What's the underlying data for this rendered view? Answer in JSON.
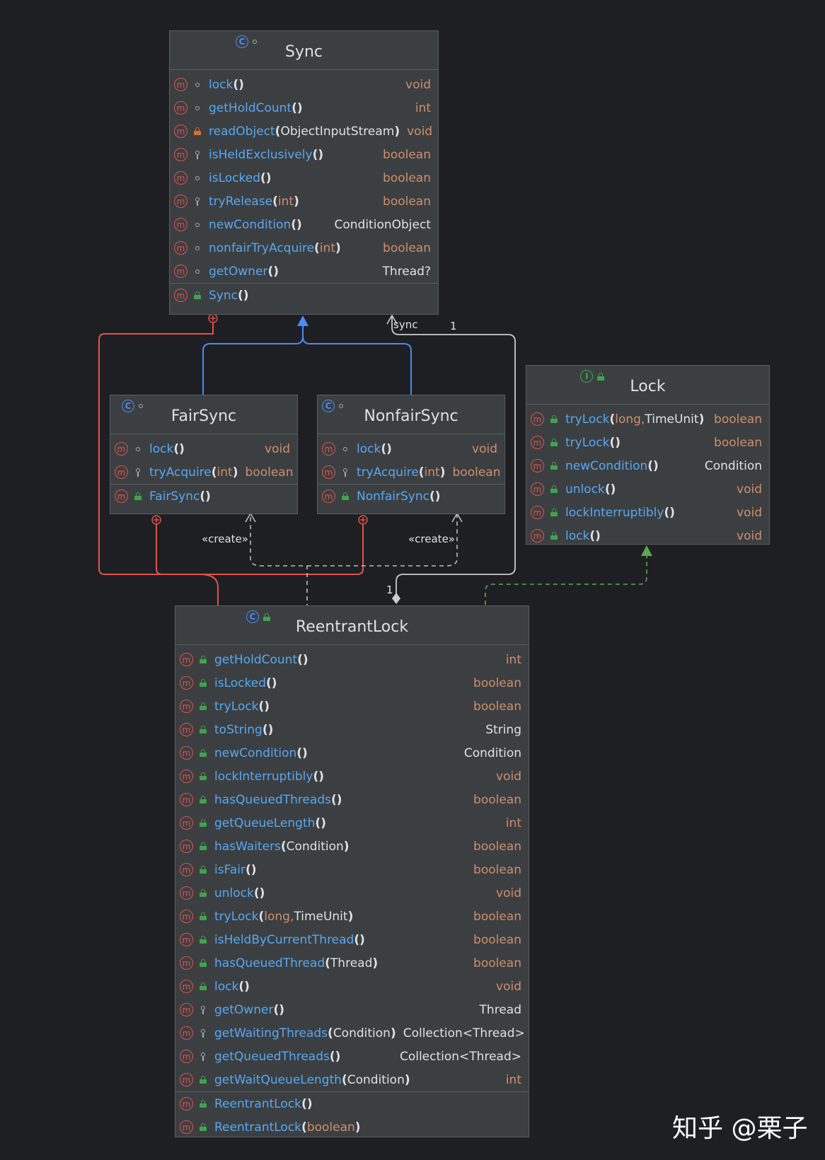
{
  "classes": {
    "sync": {
      "title": "Sync",
      "methods": [
        {
          "vis": "pkg",
          "name": "lock",
          "params": "",
          "ret": "void",
          "retType": "kw"
        },
        {
          "vis": "pkg",
          "name": "getHoldCount",
          "params": "",
          "ret": "int",
          "retType": "kw"
        },
        {
          "vis": "priv",
          "name": "readObject",
          "params": "ObjectInputStream",
          "paramsType": "cls",
          "ret": "void",
          "retType": "kw"
        },
        {
          "vis": "prot",
          "name": "isHeldExclusively",
          "params": "",
          "ret": "boolean",
          "retType": "kw"
        },
        {
          "vis": "pkg",
          "name": "isLocked",
          "params": "",
          "ret": "boolean",
          "retType": "kw"
        },
        {
          "vis": "prot",
          "name": "tryRelease",
          "params": "int",
          "paramsType": "kw",
          "ret": "boolean",
          "retType": "kw"
        },
        {
          "vis": "pkg",
          "name": "newCondition",
          "params": "",
          "ret": "ConditionObject",
          "retType": "cls"
        },
        {
          "vis": "pkg",
          "name": "nonfairTryAcquire",
          "params": "int",
          "paramsType": "kw",
          "ret": "boolean",
          "retType": "kw"
        },
        {
          "vis": "pkg",
          "name": "getOwner",
          "params": "",
          "ret": "Thread?",
          "retType": "cls"
        }
      ],
      "constructors": [
        {
          "vis": "pub",
          "name": "Sync",
          "params": "",
          "ret": "",
          "retType": "cls"
        }
      ]
    },
    "fairSync": {
      "title": "FairSync",
      "methods": [
        {
          "vis": "pkg",
          "name": "lock",
          "params": "",
          "ret": "void",
          "retType": "kw"
        },
        {
          "vis": "prot",
          "name": "tryAcquire",
          "params": "int",
          "paramsType": "kw",
          "ret": "boolean",
          "retType": "kw"
        }
      ],
      "constructors": [
        {
          "vis": "pub",
          "name": "FairSync",
          "params": "",
          "ret": "",
          "retType": "cls"
        }
      ]
    },
    "nonfairSync": {
      "title": "NonfairSync",
      "methods": [
        {
          "vis": "pkg",
          "name": "lock",
          "params": "",
          "ret": "void",
          "retType": "kw"
        },
        {
          "vis": "prot",
          "name": "tryAcquire",
          "params": "int",
          "paramsType": "kw",
          "ret": "boolean",
          "retType": "kw"
        }
      ],
      "constructors": [
        {
          "vis": "pub",
          "name": "NonfairSync",
          "params": "",
          "ret": "",
          "retType": "cls"
        }
      ]
    },
    "lock": {
      "title": "Lock",
      "methods": [
        {
          "vis": "pub",
          "name": "tryLock",
          "params": "long, TimeUnit",
          "paramsType": "mixed",
          "ret": "boolean",
          "retType": "kw"
        },
        {
          "vis": "pub",
          "name": "tryLock",
          "params": "",
          "ret": "boolean",
          "retType": "kw"
        },
        {
          "vis": "pub",
          "name": "newCondition",
          "params": "",
          "ret": "Condition",
          "retType": "cls"
        },
        {
          "vis": "pub",
          "name": "unlock",
          "params": "",
          "ret": "void",
          "retType": "kw"
        },
        {
          "vis": "pub",
          "name": "lockInterruptibly",
          "params": "",
          "ret": "void",
          "retType": "kw"
        },
        {
          "vis": "pub",
          "name": "lock",
          "params": "",
          "ret": "void",
          "retType": "kw"
        }
      ],
      "constructors": []
    },
    "reentrantLock": {
      "title": "ReentrantLock",
      "methods": [
        {
          "vis": "pub",
          "name": "getHoldCount",
          "params": "",
          "ret": "int",
          "retType": "kw"
        },
        {
          "vis": "pub",
          "name": "isLocked",
          "params": "",
          "ret": "boolean",
          "retType": "kw"
        },
        {
          "vis": "pub",
          "name": "tryLock",
          "params": "",
          "ret": "boolean",
          "retType": "kw"
        },
        {
          "vis": "pub",
          "name": "toString",
          "params": "",
          "ret": "String",
          "retType": "cls"
        },
        {
          "vis": "pub",
          "name": "newCondition",
          "params": "",
          "ret": "Condition",
          "retType": "cls"
        },
        {
          "vis": "pub",
          "name": "lockInterruptibly",
          "params": "",
          "ret": "void",
          "retType": "kw"
        },
        {
          "vis": "pub",
          "name": "hasQueuedThreads",
          "params": "",
          "ret": "boolean",
          "retType": "kw"
        },
        {
          "vis": "pub",
          "name": "getQueueLength",
          "params": "",
          "ret": "int",
          "retType": "kw"
        },
        {
          "vis": "pub",
          "name": "hasWaiters",
          "params": "Condition",
          "paramsType": "cls",
          "ret": "boolean",
          "retType": "kw"
        },
        {
          "vis": "pub",
          "name": "isFair",
          "params": "",
          "ret": "boolean",
          "retType": "kw"
        },
        {
          "vis": "pub",
          "name": "unlock",
          "params": "",
          "ret": "void",
          "retType": "kw"
        },
        {
          "vis": "pub",
          "name": "tryLock",
          "params": "long, TimeUnit",
          "paramsType": "mixed",
          "ret": "boolean",
          "retType": "kw"
        },
        {
          "vis": "pub",
          "name": "isHeldByCurrentThread",
          "params": "",
          "ret": "boolean",
          "retType": "kw"
        },
        {
          "vis": "pub",
          "name": "hasQueuedThread",
          "params": "Thread",
          "paramsType": "cls",
          "ret": "boolean",
          "retType": "kw"
        },
        {
          "vis": "pub",
          "name": "lock",
          "params": "",
          "ret": "void",
          "retType": "kw"
        },
        {
          "vis": "prot",
          "name": "getOwner",
          "params": "",
          "ret": "Thread",
          "retType": "cls"
        },
        {
          "vis": "prot",
          "name": "getWaitingThreads",
          "params": "Condition",
          "paramsType": "cls",
          "ret": "Collection<Thread>",
          "retType": "cls"
        },
        {
          "vis": "prot",
          "name": "getQueuedThreads",
          "params": "",
          "ret": "Collection<Thread>",
          "retType": "cls"
        },
        {
          "vis": "pub",
          "name": "getWaitQueueLength",
          "params": "Condition",
          "paramsType": "cls",
          "ret": "int",
          "retType": "kw"
        }
      ],
      "constructors": [
        {
          "vis": "pub",
          "name": "ReentrantLock",
          "params": "",
          "ret": "",
          "retType": "cls"
        },
        {
          "vis": "pub",
          "name": "ReentrantLock",
          "params": "boolean",
          "paramsType": "kw",
          "ret": "",
          "retType": "cls"
        }
      ]
    }
  },
  "labels": {
    "sync_field": "sync",
    "sync_mult": "1",
    "lock_mult": "1",
    "create_fair": "«create»",
    "create_nonfair": "«create»",
    "class_letter": "C",
    "interface_letter": "I",
    "method_letter": "m"
  },
  "watermark": "知乎 @栗子",
  "colors": {
    "background": "#1e1f22",
    "box": "#3c3f41",
    "method_name": "#56a8f5",
    "keyword": "#cf8e6d",
    "text": "#dfe1e5",
    "inner_link": "#e0524e",
    "inherit": "#4b8bf5",
    "implements": "#5aa84f"
  }
}
